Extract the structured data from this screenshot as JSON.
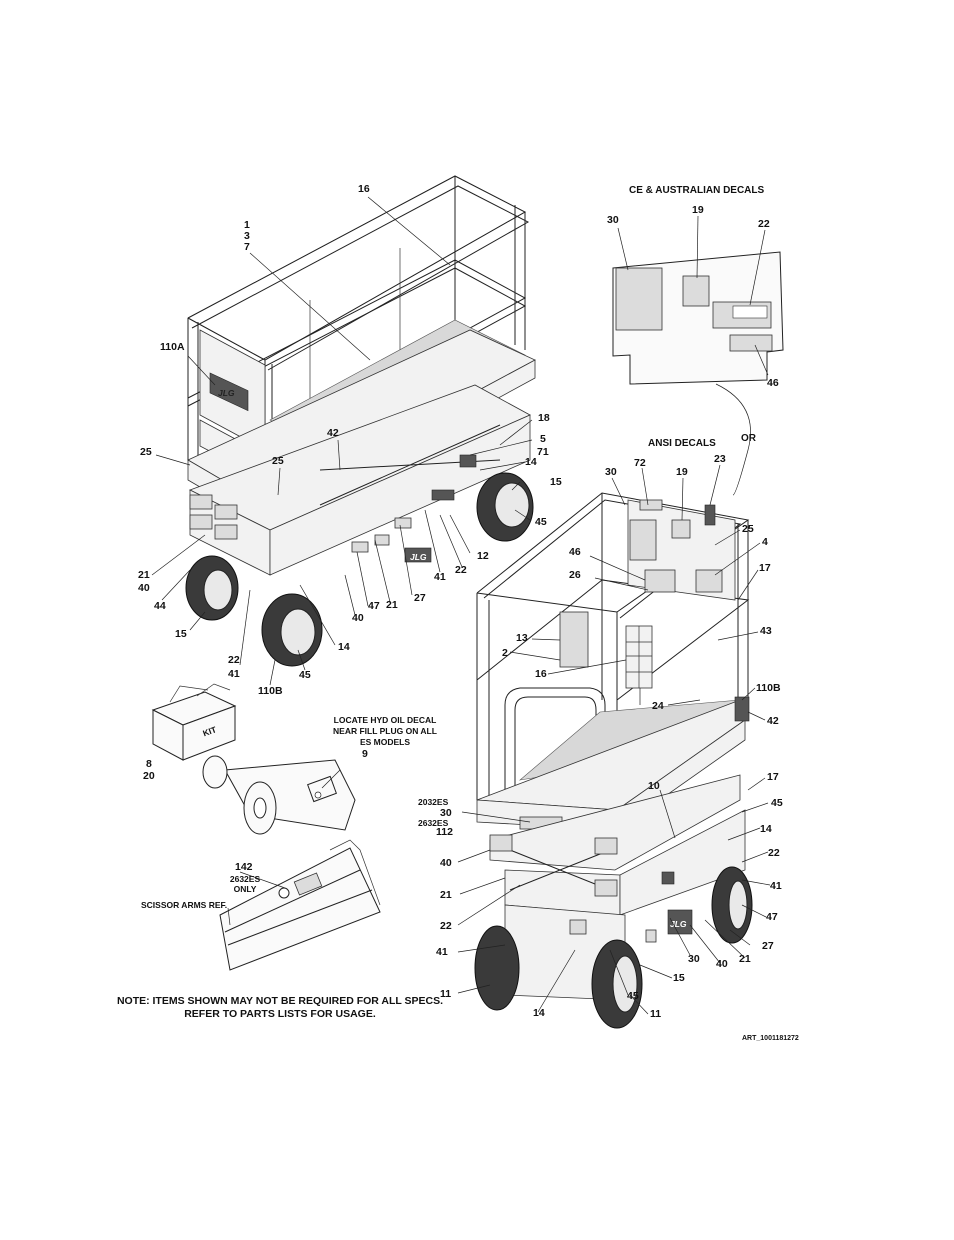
{
  "headings": {
    "ce_decals": "CE & AUSTRALIAN DECALS",
    "ansi_decals": "ANSI DECALS",
    "or_label": "OR"
  },
  "notes": {
    "hyd_oil_1": "LOCATE HYD OIL DECAL",
    "hyd_oil_2": "NEAR FILL PLUG ON ALL",
    "hyd_oil_3": "ES MODELS",
    "scissor_ref": "SCISSOR ARMS REF.",
    "only_2632": "2632ES",
    "only_word": "ONLY",
    "model_2032": "2032ES",
    "model_2632": "2632ES",
    "kit": "KIT",
    "footnote_1": "NOTE: ITEMS SHOWN MAY NOT BE REQUIRED FOR ALL SPECS.",
    "footnote_2": "REFER TO PARTS LISTS FOR USAGE.",
    "art_number": "ART_1001181272"
  },
  "callouts": {
    "c16_top": "16",
    "c1": "1",
    "c3": "3",
    "c7": "7",
    "c110A": "110A",
    "c25_l": "25",
    "c25_m": "25",
    "c42_l": "42",
    "c18": "18",
    "c5": "5",
    "c71": "71",
    "c14_a": "14",
    "c15_a": "15",
    "c45_a": "45",
    "c12": "12",
    "c22_a": "22",
    "c41_a": "41",
    "c27_a": "27",
    "c21_a": "21",
    "c47_a": "47",
    "c40_a": "40",
    "c21_b": "21",
    "c40_b": "40",
    "c44": "44",
    "c15_b": "15",
    "c22_b": "22",
    "c41_b": "41",
    "c14_b": "14",
    "c45_b": "45",
    "c110B_l": "110B",
    "c8": "8",
    "c20": "20",
    "c9": "9",
    "c142": "142",
    "ce30": "30",
    "ce19": "19",
    "ce22": "22",
    "ce46": "46",
    "a30": "30",
    "a72": "72",
    "a19": "19",
    "a23": "23",
    "a25": "25",
    "a4": "4",
    "a46": "46",
    "a26": "26",
    "a17_a": "17",
    "a43": "43",
    "a13": "13",
    "a2": "2",
    "a16": "16",
    "a110B": "110B",
    "a24": "24",
    "a42": "42",
    "a10": "10",
    "a17_b": "17",
    "a45_a": "45",
    "a30_m": "30",
    "a112": "112",
    "a14_a": "14",
    "a22": "22",
    "a40_l": "40",
    "a41_r": "41",
    "a21_l": "21",
    "a47": "47",
    "a22_l": "22",
    "a27": "27",
    "a41_l": "41",
    "a30_b": "30",
    "a40_b": "40",
    "a21_b": "21",
    "a15": "15",
    "a11_l": "11",
    "a45_b": "45",
    "a14_b": "14",
    "a11_r": "11"
  }
}
